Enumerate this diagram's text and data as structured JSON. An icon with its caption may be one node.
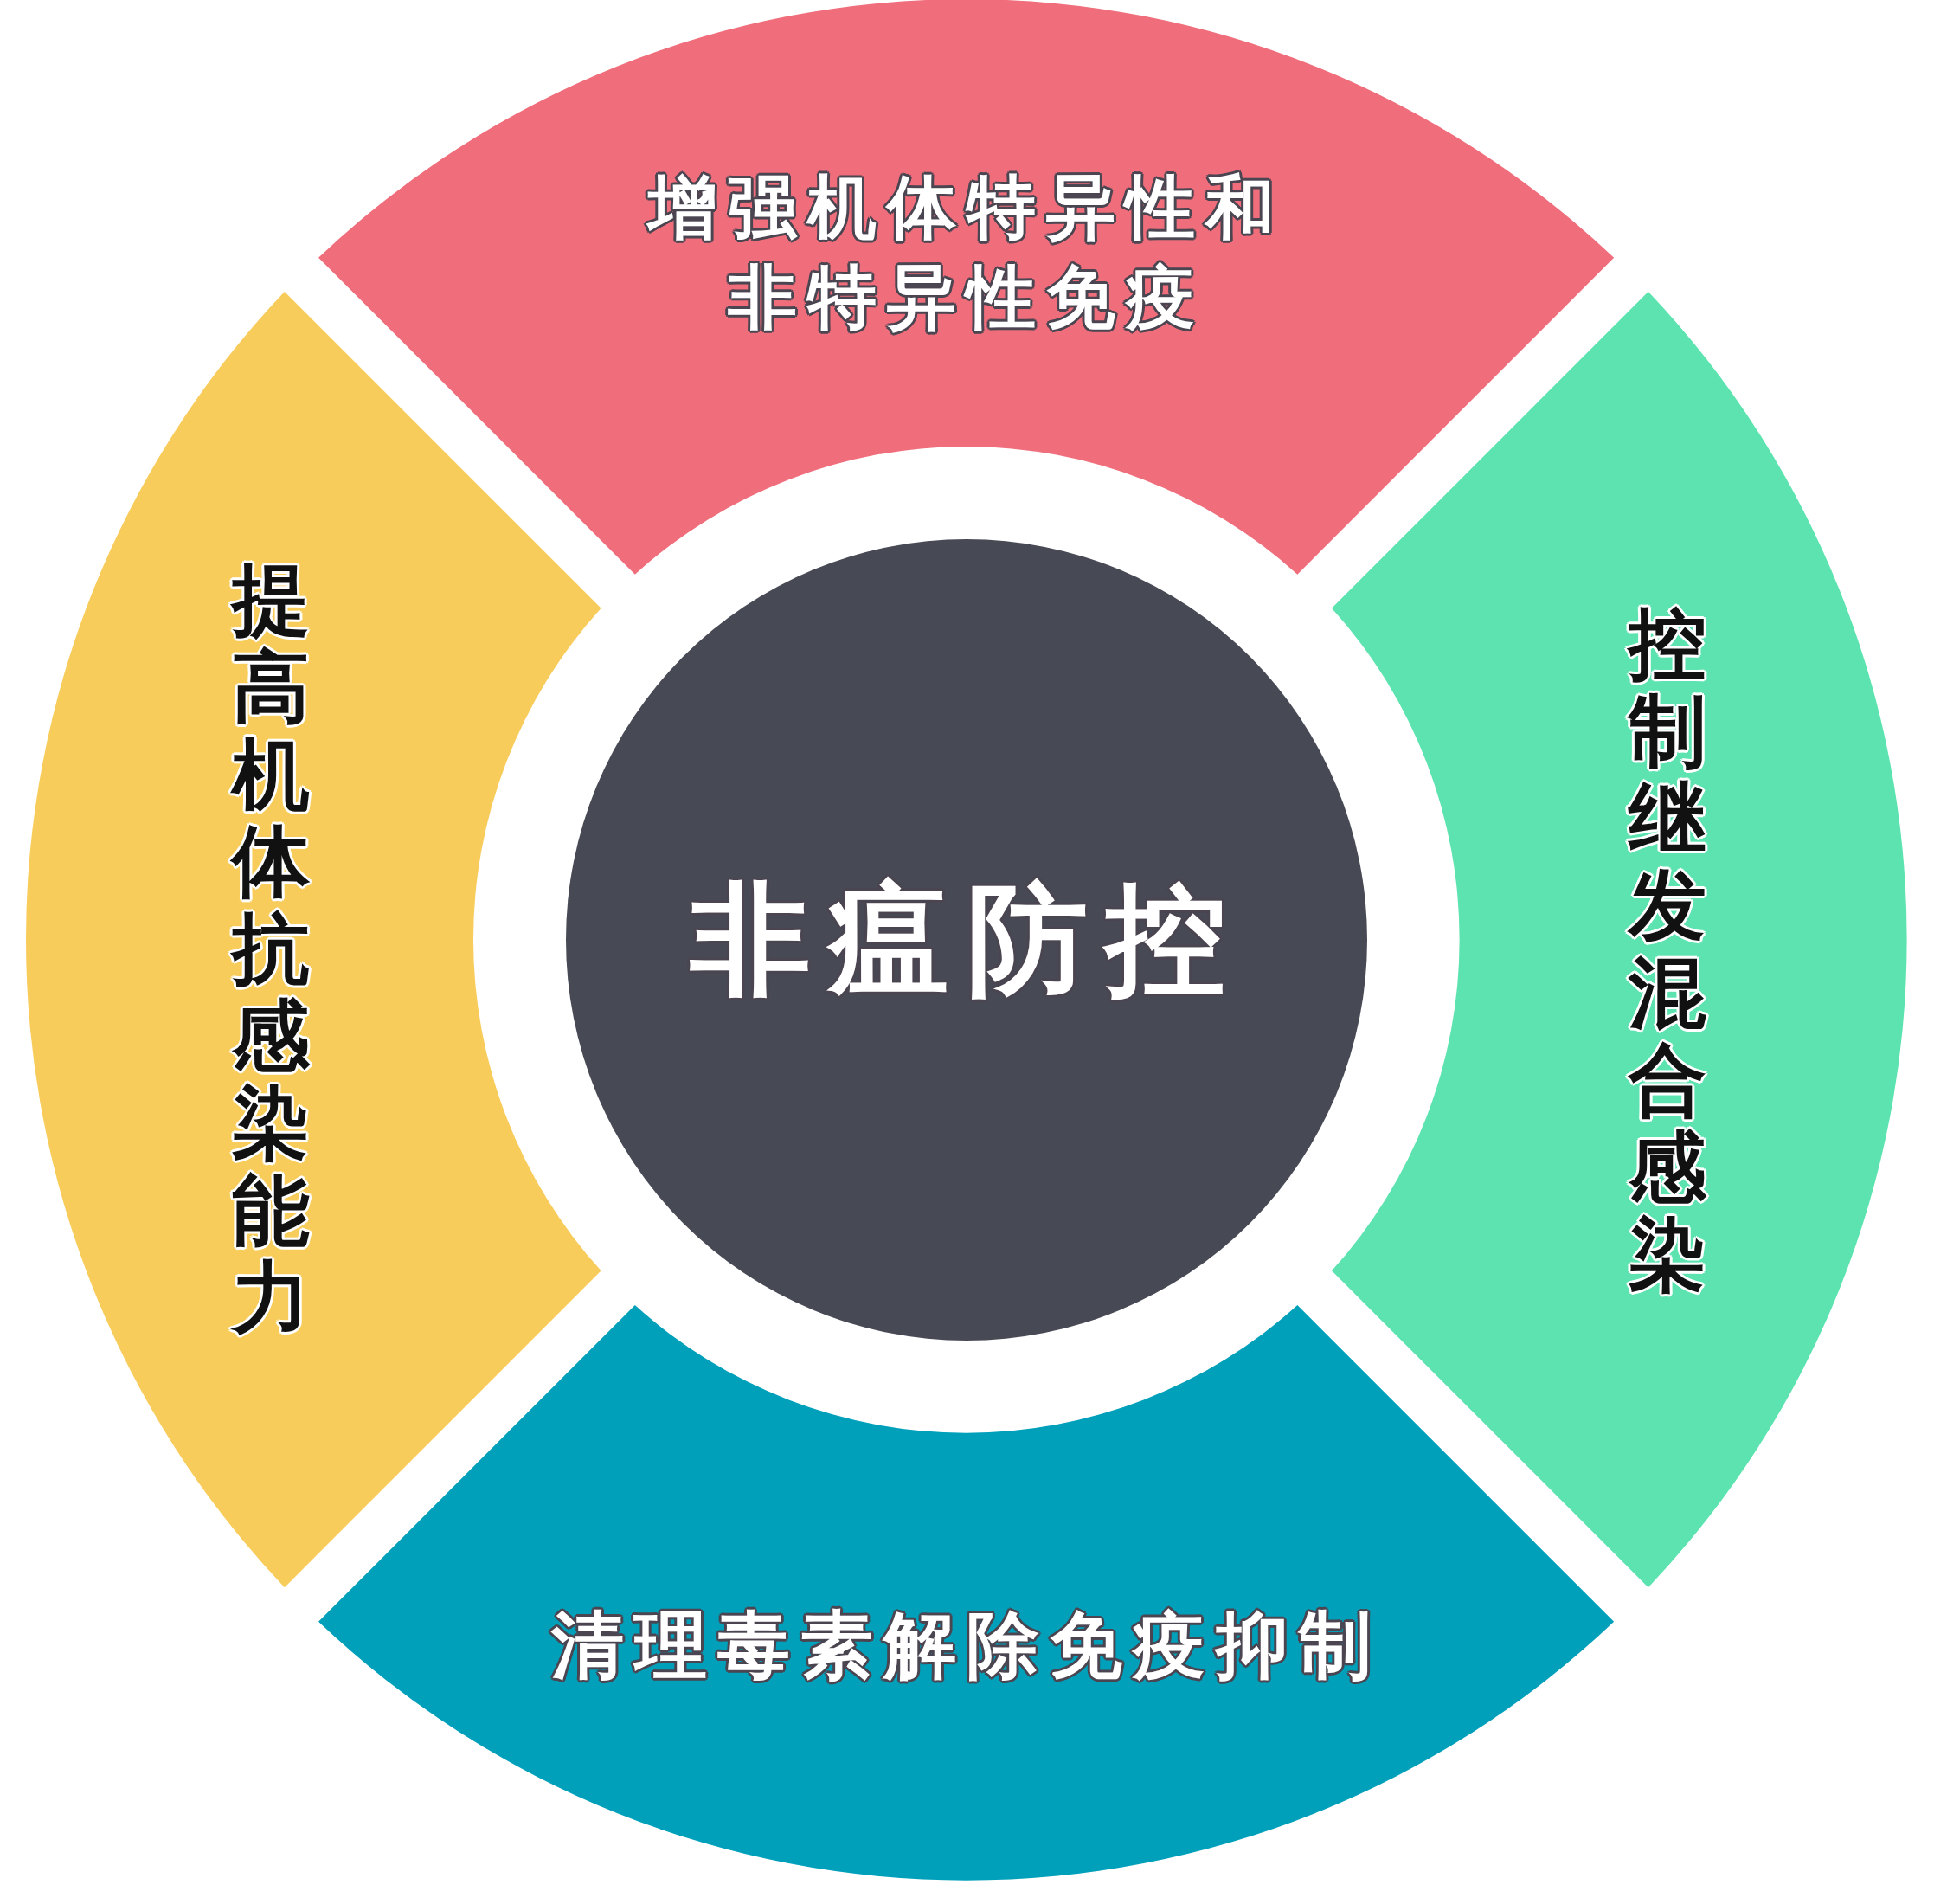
{
  "diagram": {
    "nodes": [
      {
        "text": [
          "增强机体特异性和非特异性免疫"
        ]
      },
      {
        "text": [
          "提高机体抗感染能力"
        ]
      },
      {
        "text": [
          "非瘟防控"
        ]
      },
      {
        "text": [
          "控制继发混合感染"
        ]
      },
      {
        "text": [
          "清理毒素解除免疫抑制"
        ]
      }
    ]
  }
}
